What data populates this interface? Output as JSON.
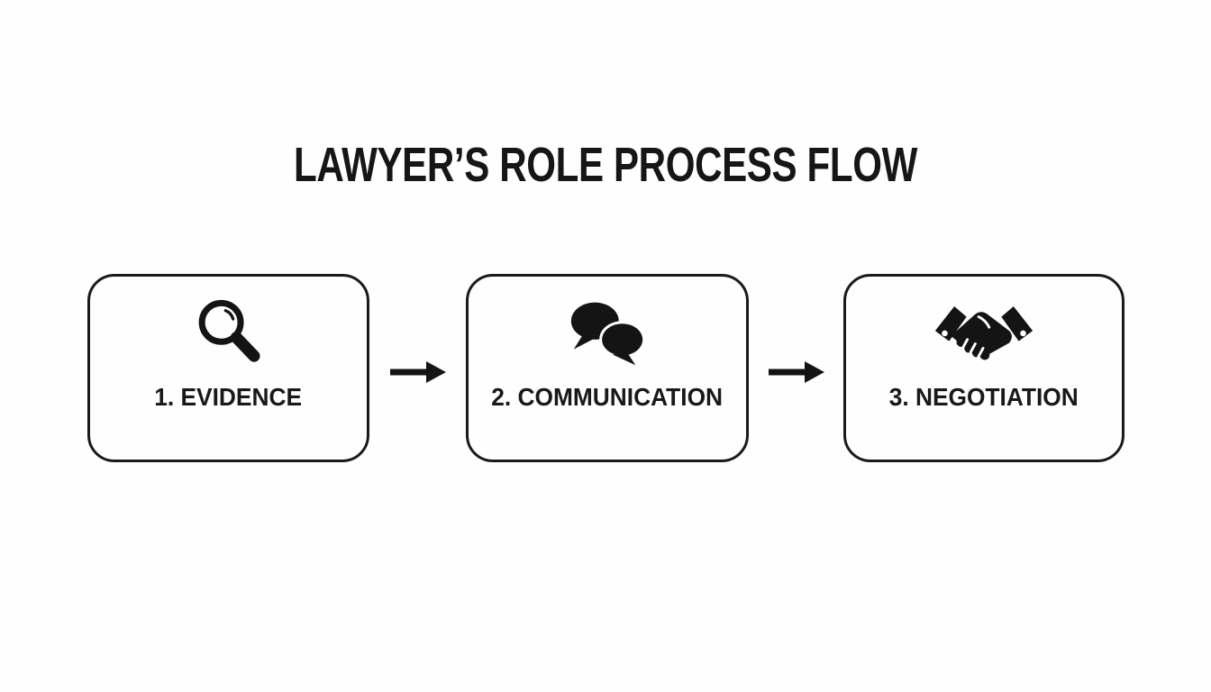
{
  "title": "LAWYER’S ROLE PROCESS FLOW",
  "colors": {
    "background": "#fefefe",
    "ink": "#171717",
    "box_border": "#1a1a1a"
  },
  "steps": [
    {
      "label": "1. EVIDENCE",
      "icon": "magnifier-icon"
    },
    {
      "label": "2. COMMUNICATION",
      "icon": "speech-bubbles-icon"
    },
    {
      "label": "3. NEGOTIATION",
      "icon": "handshake-icon"
    }
  ],
  "connectors": [
    {
      "type": "arrow-right"
    },
    {
      "type": "arrow-right"
    }
  ]
}
